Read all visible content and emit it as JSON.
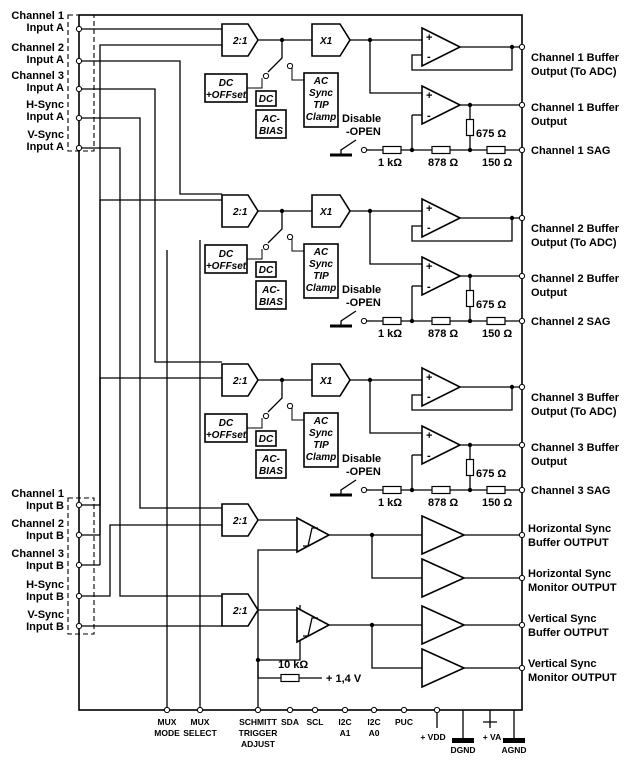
{
  "inputs_a": [
    {
      "l1": "Channel 1",
      "l2": "Input A"
    },
    {
      "l1": "Channel 2",
      "l2": "Input A"
    },
    {
      "l1": "Channel 3",
      "l2": "Input A"
    },
    {
      "l1": "H-Sync",
      "l2": "Input A"
    },
    {
      "l1": "V-Sync",
      "l2": "Input A"
    }
  ],
  "inputs_b": [
    {
      "l1": "Channel 1",
      "l2": "Input B"
    },
    {
      "l1": "Channel 2",
      "l2": "Input B"
    },
    {
      "l1": "Channel 3",
      "l2": "Input B"
    },
    {
      "l1": "H-Sync",
      "l2": "Input B"
    },
    {
      "l1": "V-Sync",
      "l2": "Input B"
    }
  ],
  "blocks": {
    "mux": "2:1",
    "buffer": "X1",
    "dc_offset_1": "DC",
    "dc_offset_2": "+OFFset",
    "dc": "DC",
    "ac_bias_1": "AC-",
    "ac_bias_2": "BIAS",
    "clamp_1": "AC",
    "clamp_2": "Sync",
    "clamp_3": "TIP",
    "clamp_4": "Clamp"
  },
  "sag": {
    "disable_1": "Disable",
    "disable_2": "-OPEN",
    "r1": "1 kΩ",
    "r2": "878 Ω",
    "r3": "150 Ω",
    "r4": "675 Ω"
  },
  "channels": [
    {
      "out_adc_1": "Channel 1 Buffer",
      "out_adc_2": "Output (To ADC)",
      "out_1": "Channel 1 Buffer",
      "out_2": "Output",
      "sag": "Channel 1 SAG"
    },
    {
      "out_adc_1": "Channel 2 Buffer",
      "out_adc_2": "Output (To ADC)",
      "out_1": "Channel 2 Buffer",
      "out_2": "Output",
      "sag": "Channel 2 SAG"
    },
    {
      "out_adc_1": "Channel 3 Buffer",
      "out_adc_2": "Output (To ADC)",
      "out_1": "Channel 3 Buffer",
      "out_2": "Output",
      "sag": "Channel 3 SAG"
    }
  ],
  "sync_outputs": [
    {
      "l1": "Horizontal Sync",
      "l2": "Buffer OUTPUT"
    },
    {
      "l1": "Horizontal Sync",
      "l2": "Monitor OUTPUT"
    },
    {
      "l1": "Vertical Sync",
      "l2": "Buffer OUTPUT"
    },
    {
      "l1": "Vertical Sync",
      "l2": "Monitor OUTPUT"
    }
  ],
  "schmitt": {
    "r": "10 kΩ",
    "v": "+ 1,4 V"
  },
  "bottom_pins": [
    {
      "l1": "MUX",
      "l2": "MODE"
    },
    {
      "l1": "MUX",
      "l2": "SELECT"
    },
    {
      "l1": "SCHMITT",
      "l2": "TRIGGER",
      "l3": "ADJUST"
    },
    {
      "l1": "SDA",
      "l2": ""
    },
    {
      "l1": "SCL",
      "l2": ""
    },
    {
      "l1": "I2C",
      "l2": "A1"
    },
    {
      "l1": "I2C",
      "l2": "A0"
    },
    {
      "l1": "PUC",
      "l2": ""
    }
  ],
  "power": {
    "vdd": "+ VDD",
    "dgnd": "DGND",
    "va": "+ VA",
    "agnd": "AGND"
  }
}
